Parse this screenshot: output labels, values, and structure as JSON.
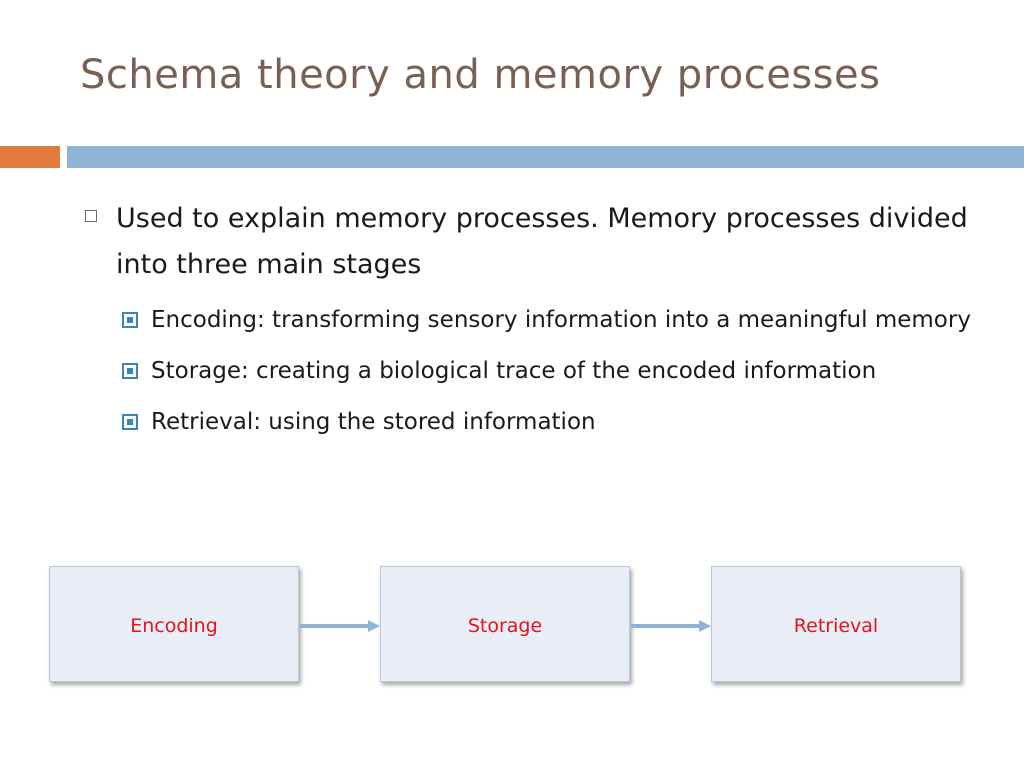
{
  "slide": {
    "title": "Schema theory and memory processes"
  },
  "bullets": {
    "main": "Used to explain memory processes. Memory processes divided into three main stages",
    "sub": [
      "Encoding: transforming sensory information into a meaningful memory",
      "Storage: creating a biological trace of the encoded information",
      "Retrieval: using the stored information"
    ]
  },
  "flow": {
    "steps": [
      "Encoding",
      "Storage",
      "Retrieval"
    ],
    "label_color": "#e4141c",
    "box_color": "#e8edf6",
    "arrow_color": "#8fb4d6"
  },
  "theme": {
    "title_color": "#7a5f53",
    "accent_orange": "#e07b3c",
    "accent_blue": "#8fb4d6",
    "bullet_icon_l1": "hollow-square-icon",
    "bullet_icon_l2": "filled-square-icon"
  }
}
